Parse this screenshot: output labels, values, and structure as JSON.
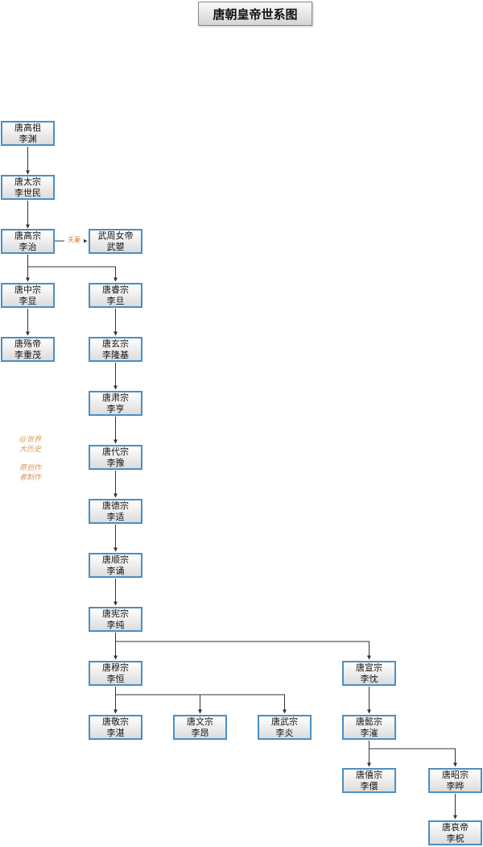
{
  "title": "唐朝皇帝世系图",
  "relation_label": "夫妻",
  "watermark": {
    "line1": "@世界",
    "line2": "大历史",
    "line3": "原创作",
    "line4": "者制作"
  },
  "nodes": {
    "gaozu": {
      "title": "唐高祖",
      "name": "李渊"
    },
    "taizong": {
      "title": "唐太宗",
      "name": "李世民"
    },
    "gaozong": {
      "title": "唐高宗",
      "name": "李治"
    },
    "wuzetian": {
      "title": "武周女帝",
      "name": "武曌"
    },
    "zhongzong": {
      "title": "唐中宗",
      "name": "李显"
    },
    "ruizong": {
      "title": "唐睿宗",
      "name": "李旦"
    },
    "shangdi": {
      "title": "唐殇帝",
      "name": "李重茂"
    },
    "xuanzong": {
      "title": "唐玄宗",
      "name": "李隆基"
    },
    "suzong": {
      "title": "唐肃宗",
      "name": "李亨"
    },
    "daizong": {
      "title": "唐代宗",
      "name": "李豫"
    },
    "dezong": {
      "title": "唐德宗",
      "name": "李适"
    },
    "shunzong": {
      "title": "唐顺宗",
      "name": "李诵"
    },
    "xianzong": {
      "title": "唐宪宗",
      "name": "李纯"
    },
    "muzong": {
      "title": "唐穆宗",
      "name": "李恒"
    },
    "xuanzong2": {
      "title": "唐宣宗",
      "name": "李忱"
    },
    "jingzong": {
      "title": "唐敬宗",
      "name": "李湛"
    },
    "wenzong": {
      "title": "唐文宗",
      "name": "李昂"
    },
    "wuzong": {
      "title": "唐武宗",
      "name": "李炎"
    },
    "yizong": {
      "title": "唐懿宗",
      "name": "李漼"
    },
    "xizong": {
      "title": "唐僖宗",
      "name": "李儇"
    },
    "zhaozong": {
      "title": "唐昭宗",
      "name": "李晔"
    },
    "aidi": {
      "title": "唐哀帝",
      "name": "李柷"
    }
  }
}
